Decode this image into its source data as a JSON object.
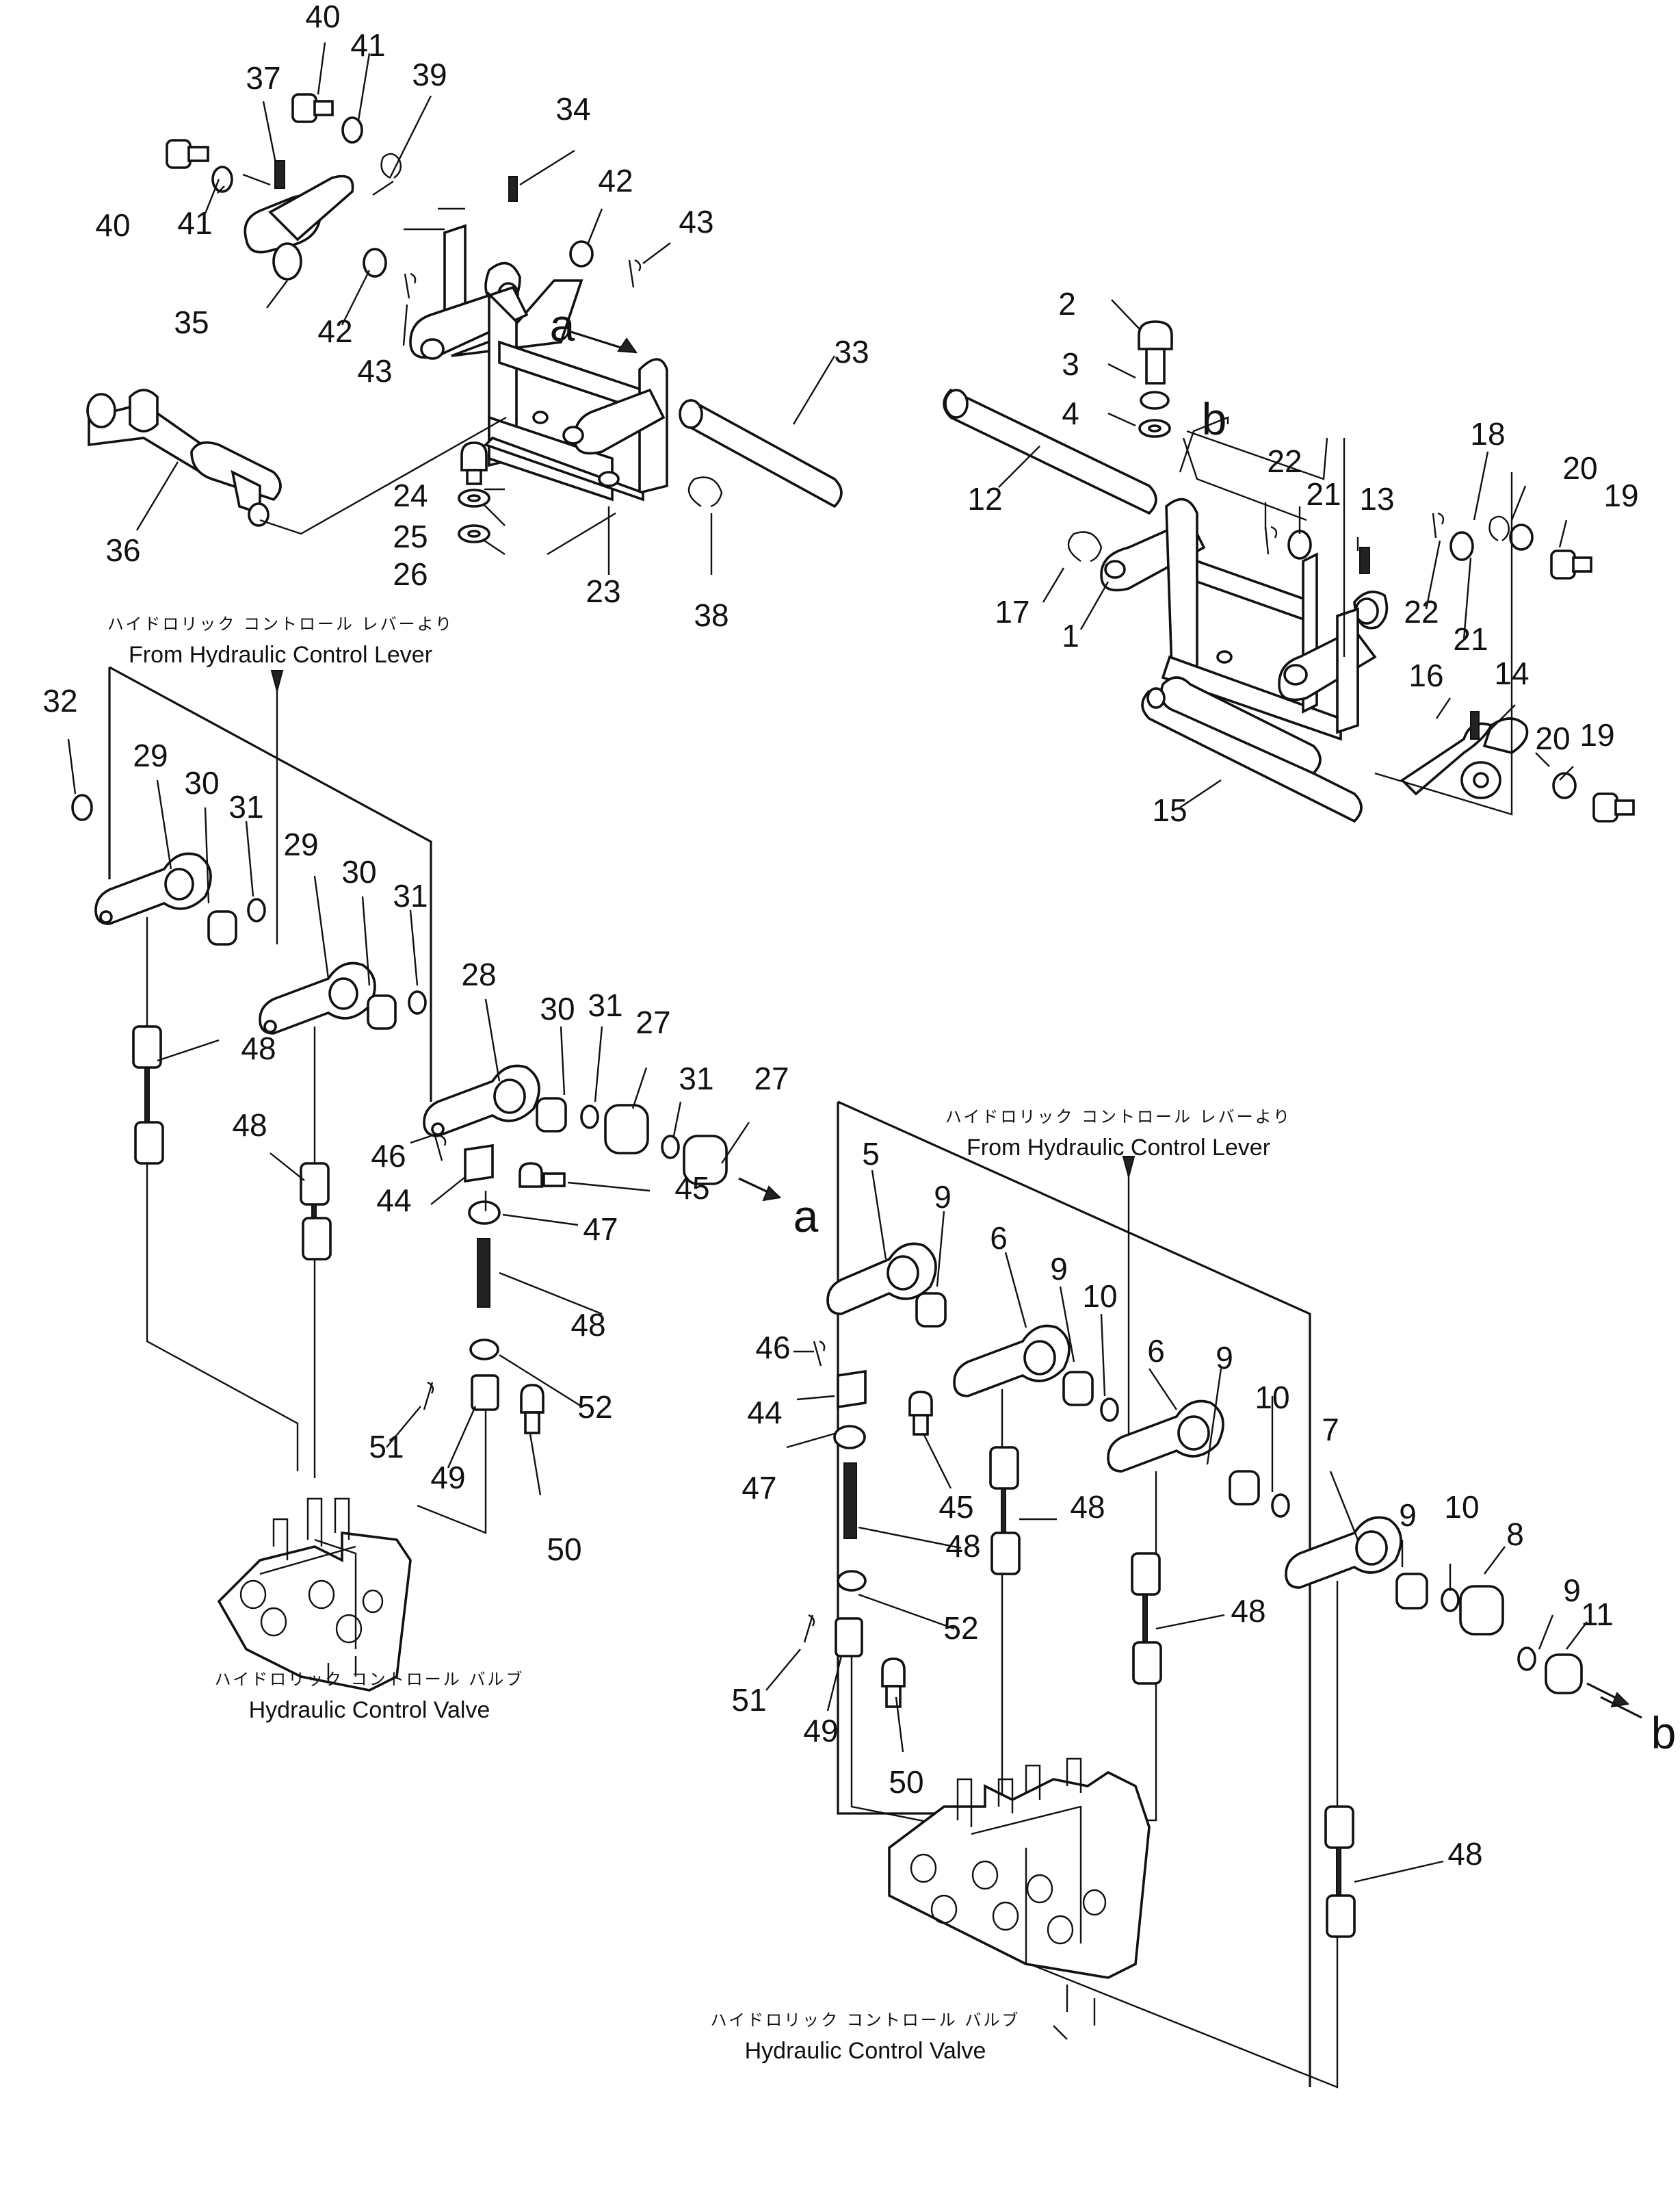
{
  "callouts": [
    "1",
    "2",
    "3",
    "4",
    "5",
    "6",
    "7",
    "8",
    "9",
    "10",
    "11",
    "12",
    "13",
    "14",
    "15",
    "16",
    "17",
    "18",
    "19",
    "20",
    "21",
    "22",
    "23",
    "24",
    "25",
    "26",
    "27",
    "28",
    "29",
    "30",
    "31",
    "32",
    "33",
    "34",
    "35",
    "36",
    "37",
    "38",
    "39",
    "40",
    "41",
    "42",
    "43",
    "44",
    "45",
    "46",
    "47",
    "48",
    "49",
    "50",
    "51",
    "52"
  ],
  "markers": {
    "a": "a",
    "b": "b"
  },
  "labels": {
    "lever_left_jp": "ハイドロリック コントロール レバーより",
    "lever_left_en": "From Hydraulic Control Lever",
    "lever_right_jp": "ハイドロリック コントロール レバーより",
    "lever_right_en": "From Hydraulic Control Lever",
    "valve_left_jp": "ハイドロリック コントロール バルブ",
    "valve_left_en": "Hydraulic Control Valve",
    "valve_right_jp": "ハイドロリック コントロール バルブ",
    "valve_right_en": "Hydraulic Control Valve"
  }
}
